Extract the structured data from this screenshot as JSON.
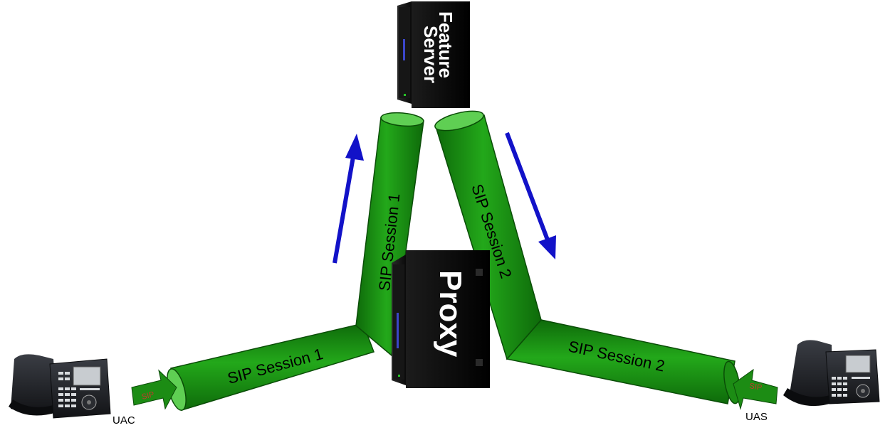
{
  "nodes": {
    "feature_server": {
      "label_line1": "Feature",
      "label_line2": "Server"
    },
    "proxy": {
      "label": "Proxy"
    },
    "uac": {
      "label": "UAC"
    },
    "uas": {
      "label": "UAS"
    }
  },
  "pipes": {
    "session1_vertical": "SIP Session 1",
    "session1_horizontal": "SIP Session 1",
    "session2_vertical": "SIP Session 2",
    "session2_horizontal": "SIP Session 2"
  },
  "inputs": {
    "left_arrow_label": "SIP",
    "right_arrow_label": "SIP"
  },
  "colors": {
    "pipe": "#1f9b16",
    "pipe_dark": "#0b5e08",
    "flow_arrow": "#1212c8",
    "server_body": "#0b0b0b",
    "sip_text": "#c0392b"
  }
}
